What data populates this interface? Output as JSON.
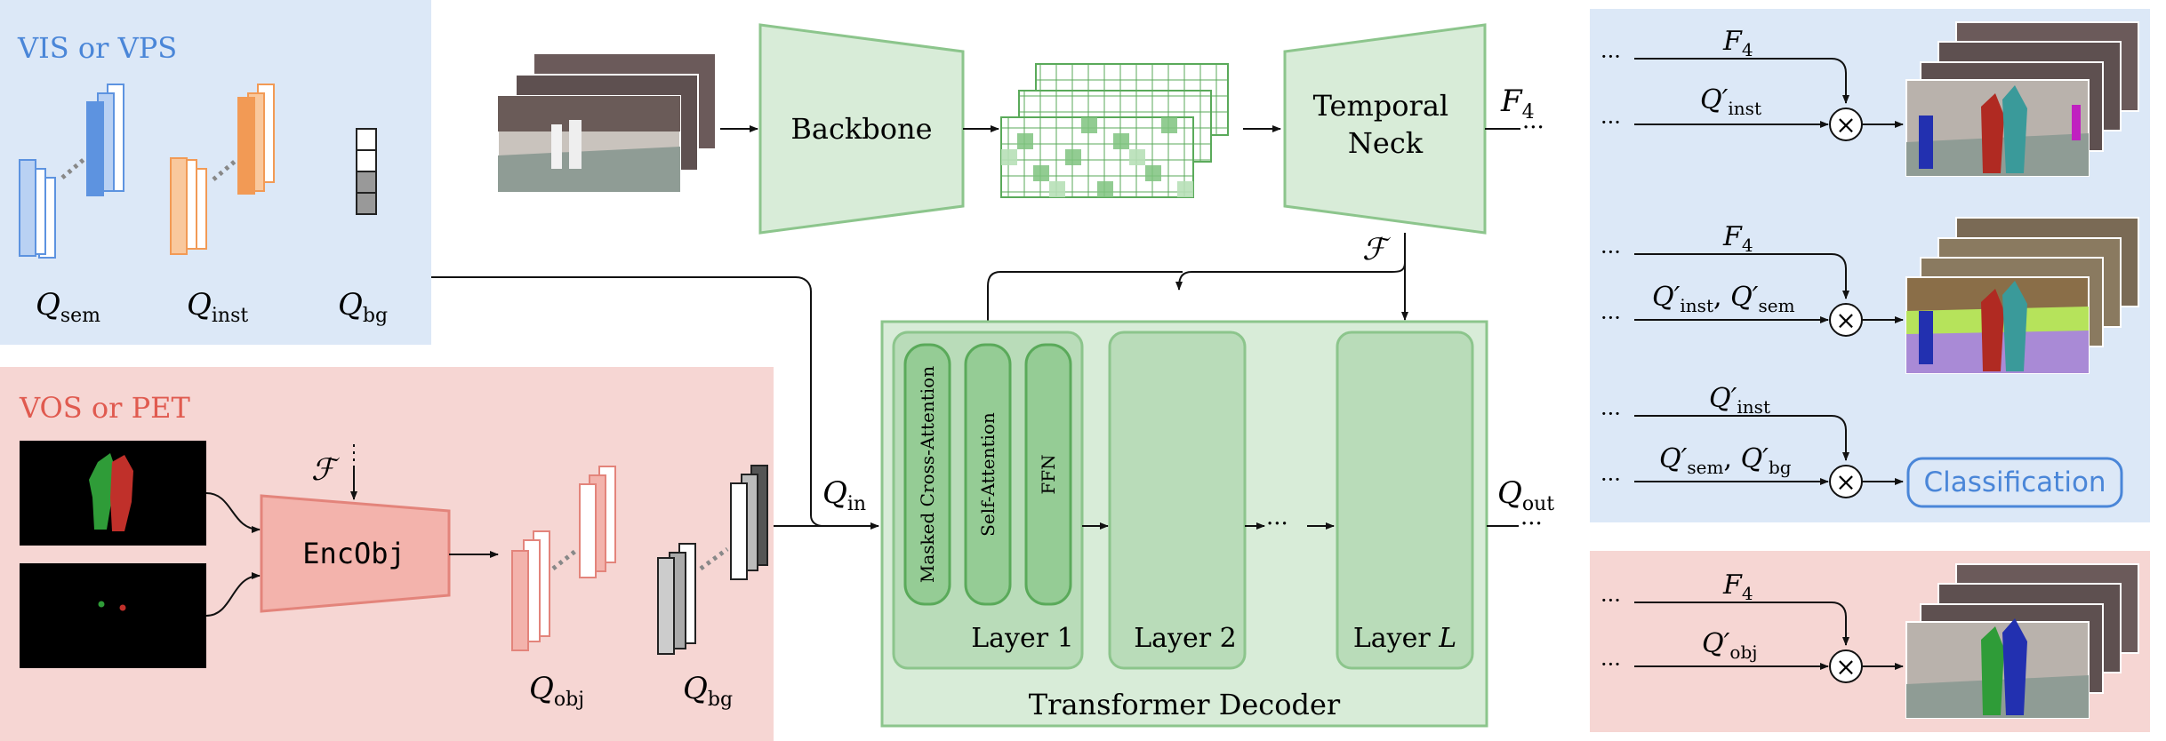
{
  "colors": {
    "panel_blue": "#dce8f7",
    "panel_red": "#f6d6d3",
    "green_fill": "#d8ecd8",
    "green_stroke": "#8cc58c",
    "block_green": "#b9dcb9",
    "block_green_dark": "#95cc95",
    "red_fill": "#f3b3ac",
    "red_stroke": "#e3847b",
    "blue_query": "#5d93e0",
    "orange_query": "#f29a55",
    "gray_query": "#888888",
    "classification_blue": "#4a86d8"
  },
  "vis_panel": {
    "title": "VIS or VPS",
    "q_sem": {
      "main": "Q",
      "sub": "sem"
    },
    "q_inst": {
      "main": "Q",
      "sub": "inst"
    },
    "q_bg": {
      "main": "Q",
      "sub": "bg"
    }
  },
  "vos_panel": {
    "title": "VOS or PET",
    "f_symbol": "ℱ",
    "encobj": "EncObj",
    "q_obj": {
      "main": "Q",
      "sub": "obj"
    },
    "q_bg": {
      "main": "Q",
      "sub": "bg"
    }
  },
  "pipeline": {
    "backbone": "Backbone",
    "neck_line1": "Temporal",
    "neck_line2": "Neck",
    "f4": {
      "main": "F",
      "sub": "4"
    },
    "ellipsis": "···",
    "f_symbol": "ℱ"
  },
  "decoder": {
    "title": "Transformer Decoder",
    "q_in": {
      "main": "Q",
      "sub": "in"
    },
    "q_out": {
      "main": "Q",
      "sub": "out"
    },
    "sub_blocks": [
      "Masked Cross-Attention",
      "Self-Attention",
      "FFN"
    ],
    "layer1": "Layer 1",
    "layer2": "Layer 2",
    "layerL_prefix": "Layer ",
    "layerL_var": "L",
    "ellipsis": "···"
  },
  "outputs": {
    "ellipsis": "···",
    "times": "×",
    "classification": "Classification",
    "row1": {
      "top_main": "F",
      "top_sub": "4",
      "bottom": [
        {
          "main": "Q′",
          "sub": "inst"
        }
      ]
    },
    "row2": {
      "top_main": "F",
      "top_sub": "4",
      "bottom": [
        {
          "main": "Q′",
          "sub": "inst"
        },
        {
          "main": "Q′",
          "sub": "sem"
        }
      ]
    },
    "row3": {
      "top": [
        {
          "main": "Q′",
          "sub": "inst"
        }
      ],
      "bottom": [
        {
          "main": "Q′",
          "sub": "sem"
        },
        {
          "main": "Q′",
          "sub": "bg"
        }
      ]
    },
    "row4": {
      "top_main": "F",
      "top_sub": "4",
      "bottom": [
        {
          "main": "Q′",
          "sub": "obj"
        }
      ]
    }
  }
}
